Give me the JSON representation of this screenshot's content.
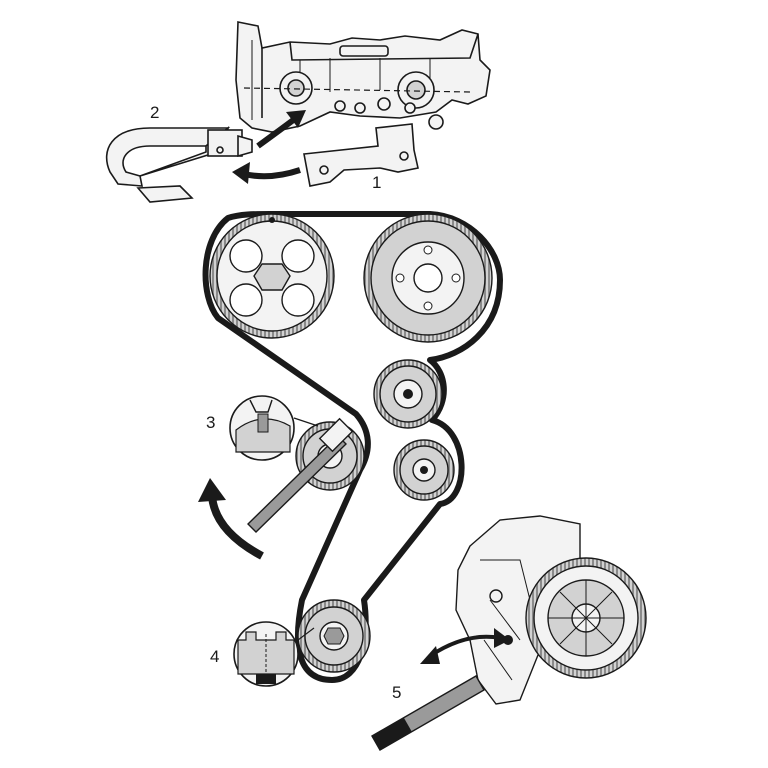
{
  "callouts": {
    "c1": "1",
    "c2": "2",
    "c3": "3",
    "c4": "4",
    "c5": "5"
  },
  "colors": {
    "line": "#1a1a1a",
    "part_fill": "#f3f3f3",
    "gear_fill": "#d2d2d2",
    "belt": "#1a1a1a",
    "arrow": "#1a1a1a",
    "tool_fill": "#9a9a9a"
  }
}
